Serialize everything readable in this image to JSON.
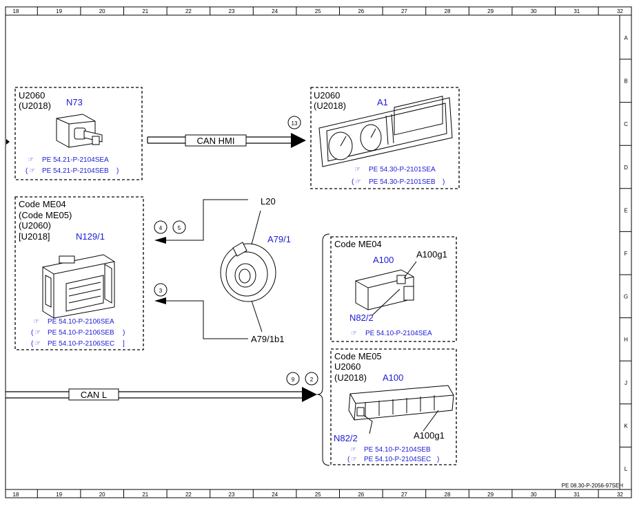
{
  "grid": {
    "columns": [
      "18",
      "19",
      "20",
      "21",
      "22",
      "23",
      "24",
      "25",
      "26",
      "27",
      "28",
      "29",
      "30",
      "31",
      "32"
    ],
    "rows": [
      "A",
      "B",
      "C",
      "D",
      "E",
      "F",
      "G",
      "H",
      "J",
      "K",
      "L"
    ]
  },
  "footer": {
    "doc_ref": "PE 08.30-P-2056-97SEH"
  },
  "box_n73": {
    "line1": "U2060",
    "line2": "(U2018)",
    "label": "N73",
    "ref1": "PE 54.21-P-2104SEA",
    "ref2": "PE 54.21-P-2104SEB",
    "ref2_open": "(",
    "ref2_close": ")"
  },
  "box_a1": {
    "line1": "U2060",
    "line2": "(U2018)",
    "label": "A1",
    "ref1": "PE 54.30-P-2101SEA",
    "ref2": "PE 54.30-P-2101SEB",
    "ref2_open": "(",
    "ref2_close": ")"
  },
  "box_n129": {
    "line1": "Code ME04",
    "line2": "(Code ME05)",
    "line3": "(U2060)",
    "line4": "[U2018]",
    "label": "N129/1",
    "ref1": "PE 54.10-P-2106SEA",
    "ref2": "PE 54.10-P-2106SEB",
    "ref2_open": "(",
    "ref2_close": ")",
    "ref3": "PE 54.10-P-2106SEC",
    "ref3_open": "(",
    "ref3_close": "]"
  },
  "box_me04": {
    "line1": "Code ME04",
    "label_a100": "A100",
    "label_g1": "A100g1",
    "label_n82": "N82/2",
    "ref1": "PE 54.10-P-2104SEA"
  },
  "box_me05": {
    "line1": "Code ME05",
    "line2": "U2060",
    "line3": "(U2018)",
    "label_a100": "A100",
    "label_n82": "N82/2",
    "label_g1": "A100g1",
    "ref1": "PE 54.10-P-2104SEB",
    "ref2": "PE 54.10-P-2104SEC",
    "ref2_open": "(",
    "ref2_close": ")"
  },
  "center": {
    "l20": "L20",
    "a79": "A79/1",
    "a79b1": "A79/1b1"
  },
  "buses": {
    "can_hmi": "CAN HMI",
    "can_l": "CAN L"
  },
  "markers": {
    "m13": "13",
    "m4": "4",
    "m5": "5",
    "m3": "3",
    "m9": "9",
    "m2": "2"
  }
}
